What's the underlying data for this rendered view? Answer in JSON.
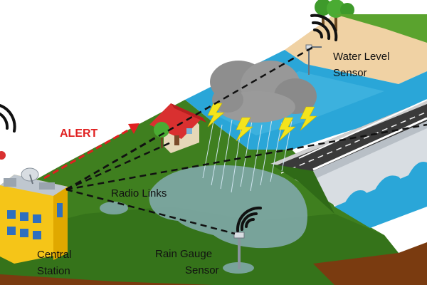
{
  "labels": {
    "alert": "ALERT",
    "radio_links": "Radio Links",
    "central_station_line1": "Central",
    "central_station_line2": "Station",
    "water_level_line1": "Water Level",
    "water_level_line2": "Sensor",
    "rain_gauge_line1": "Rain Gauge",
    "rain_gauge_line2": "Sensor"
  },
  "colors": {
    "alert_text": "#e02020",
    "alert_arrow": "#e02020",
    "grass": "#3f7f1f",
    "grass_dark": "#2f6a17",
    "soil": "#7a3b10",
    "river": "#2aa6d8",
    "road": "#3a3a3a",
    "bridge": "#d8dde2",
    "sand": "#f0d2a4",
    "station_wall": "#f5c518",
    "roof_red": "#d93030",
    "cloud": "#8e8e8e",
    "lightning": "#f4e41c"
  },
  "icons": {
    "wifi_water_sensor": "wifi-signal-icon",
    "wifi_rain_sensor": "wifi-signal-icon",
    "wifi_station": "wifi-signal-icon",
    "lightning": "lightning-bolt-icon",
    "cloud": "storm-cloud-icon"
  }
}
